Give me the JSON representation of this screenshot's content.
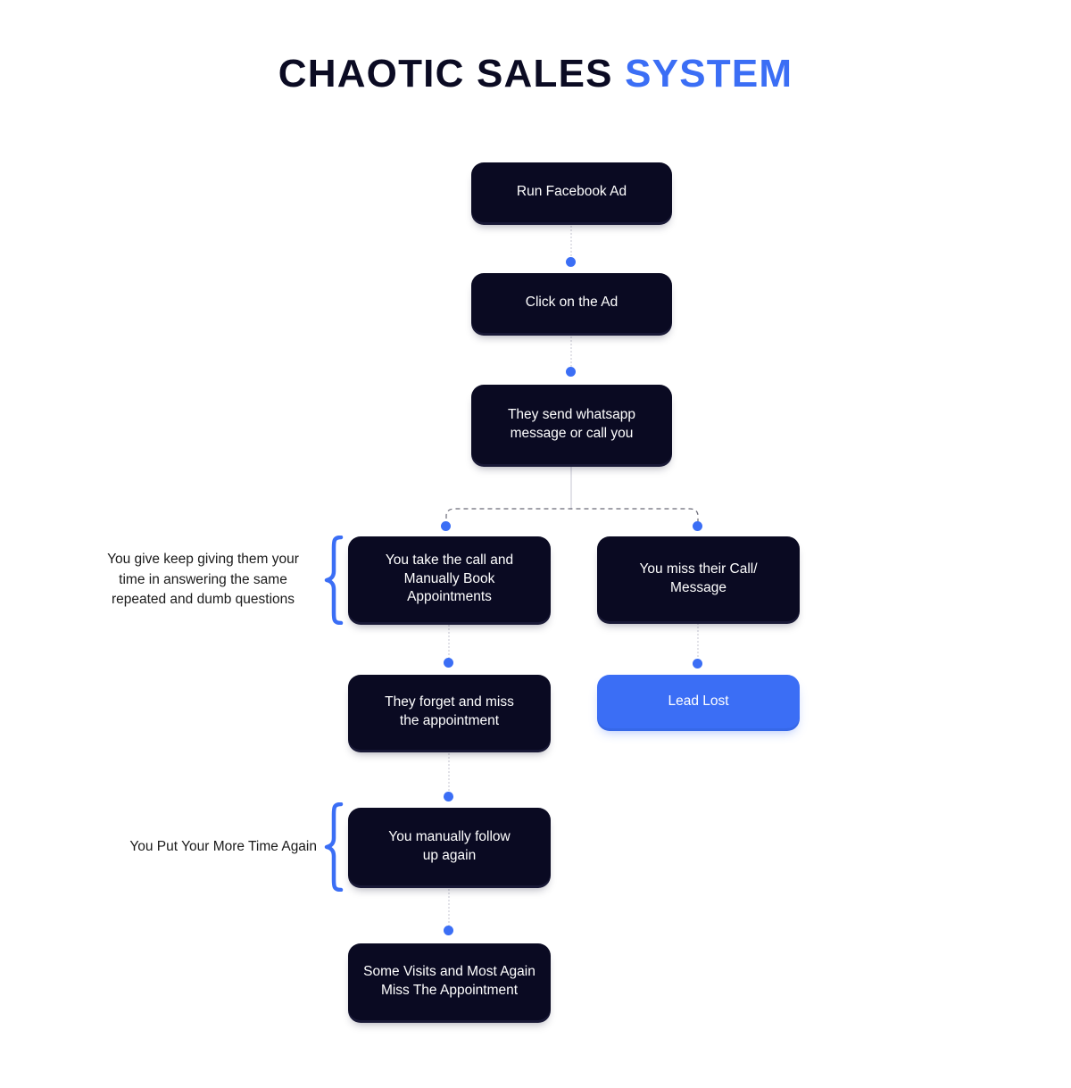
{
  "page": {
    "background": "#ffffff",
    "accent_color": "#3b6ef5",
    "node_color": "#0a0a22",
    "text_color": "#ffffff"
  },
  "header": {
    "title_plain": "CHAOTIC SALES ",
    "title_accent": "SYSTEM"
  },
  "chart_data": {
    "type": "diagram",
    "title": "CHAOTIC SALES SYSTEM",
    "nodes": [
      {
        "id": "run-facebook-ad",
        "label": "Run Facebook Ad",
        "style": "dark"
      },
      {
        "id": "click-on-the-ad",
        "label": "Click on the Ad",
        "style": "dark"
      },
      {
        "id": "send-whatsapp",
        "label": "They send whatsapp\nmessage or call you",
        "style": "dark"
      },
      {
        "id": "take-the-call",
        "label": "You take the call and\nManually Book\nAppointments",
        "style": "dark"
      },
      {
        "id": "miss-their-call",
        "label": "You miss their Call/\nMessage",
        "style": "dark"
      },
      {
        "id": "forget-and-miss",
        "label": "They forget and miss\nthe appointment",
        "style": "dark"
      },
      {
        "id": "lead-lost",
        "label": "Lead Lost",
        "style": "accent"
      },
      {
        "id": "manually-follow-up",
        "label": "You manually follow\nup again",
        "style": "dark"
      },
      {
        "id": "some-visits",
        "label": "Some Visits and Most Again\nMiss The Appointment",
        "style": "dark"
      }
    ],
    "edges": [
      {
        "from": "run-facebook-ad",
        "to": "click-on-the-ad",
        "style": "dotted"
      },
      {
        "from": "click-on-the-ad",
        "to": "send-whatsapp",
        "style": "dotted"
      },
      {
        "from": "send-whatsapp",
        "to": "take-the-call",
        "style": "dashed-branch"
      },
      {
        "from": "send-whatsapp",
        "to": "miss-their-call",
        "style": "dashed-branch"
      },
      {
        "from": "take-the-call",
        "to": "forget-and-miss",
        "style": "dotted"
      },
      {
        "from": "miss-their-call",
        "to": "lead-lost",
        "style": "dotted"
      },
      {
        "from": "forget-and-miss",
        "to": "manually-follow-up",
        "style": "dotted"
      },
      {
        "from": "manually-follow-up",
        "to": "some-visits",
        "style": "dotted"
      }
    ],
    "annotations": [
      {
        "id": "annotation-time-drain",
        "text": "You give keep giving them your\ntime in answering the same\nrepeated and dumb questions",
        "target": "take-the-call"
      },
      {
        "id": "annotation-more-time",
        "text": "You Put Your More Time Again",
        "target": "manually-follow-up"
      }
    ]
  }
}
